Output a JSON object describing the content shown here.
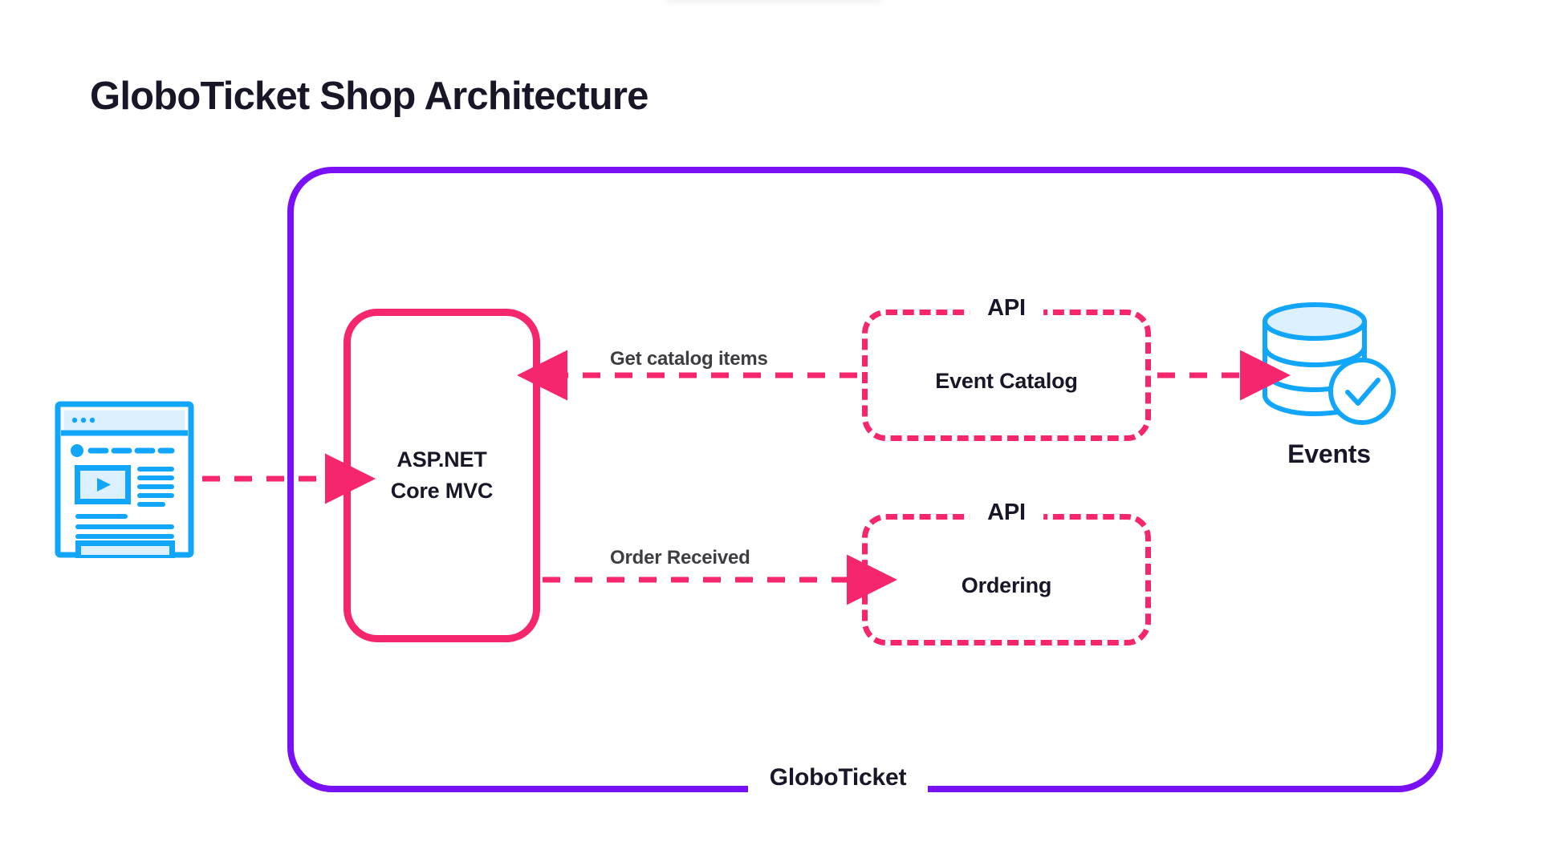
{
  "page": {
    "title": "GloboTicket Shop Architecture",
    "background": "#ffffff"
  },
  "colors": {
    "title_text": "#191627",
    "boundary_purple": "#7A10F5",
    "accent_pink": "#F5266E",
    "icon_blue": "#12A6FB",
    "icon_blue_fill": "#DCF0FE",
    "edge_label_gray": "#3E3E42"
  },
  "boundary": {
    "label": "GloboTicket",
    "style": "solid-rounded",
    "color": "#7A10F5"
  },
  "nodes": {
    "client": {
      "icon": "browser-window-icon",
      "label": "",
      "color": "#12A6FB"
    },
    "mvc": {
      "label": "ASP.NET\nCore MVC",
      "line1": "ASP.NET",
      "line2": "Core MVC",
      "style": "solid-rounded",
      "color": "#F5266E"
    },
    "event_catalog": {
      "kind": "API",
      "name": "Event Catalog",
      "style": "dashed-rounded",
      "color": "#F5266E"
    },
    "ordering": {
      "kind": "API",
      "name": "Ordering",
      "style": "dashed-rounded",
      "color": "#F5266E"
    },
    "events_db": {
      "icon": "database-check-icon",
      "label": "Events",
      "color": "#12A6FB"
    }
  },
  "edges": [
    {
      "id": "client-to-mvc",
      "from": "client",
      "to": "mvc",
      "label": "",
      "style": "dashed",
      "direction": "right",
      "color": "#F5266E"
    },
    {
      "id": "catalog-to-mvc",
      "from": "event_catalog",
      "to": "mvc",
      "label": "Get catalog items",
      "style": "dashed",
      "direction": "left",
      "color": "#F5266E"
    },
    {
      "id": "mvc-to-ordering",
      "from": "mvc",
      "to": "ordering",
      "label": "Order Received",
      "style": "dashed",
      "direction": "right",
      "color": "#F5266E"
    },
    {
      "id": "catalog-to-events",
      "from": "event_catalog",
      "to": "events_db",
      "label": "",
      "style": "dashed",
      "direction": "right",
      "color": "#F5266E"
    }
  ]
}
